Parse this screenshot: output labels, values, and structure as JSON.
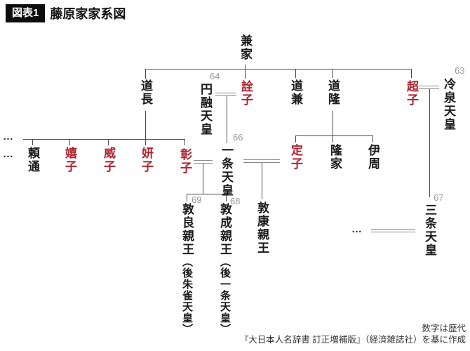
{
  "title": {
    "badge": "図表1",
    "text": "藤原家家系図"
  },
  "colors": {
    "female": "#ae232e",
    "line": "#4a4a4a",
    "marriage": "#8a8a8a",
    "number": "#9b9b9b"
  },
  "persons": {
    "kaneie": {
      "name": "兼家"
    },
    "michinaga": {
      "name": "道長"
    },
    "enyu": {
      "name": "円融天皇",
      "number": "64"
    },
    "senshi": {
      "name": "詮子"
    },
    "michikane": {
      "name": "道兼"
    },
    "michitaka": {
      "name": "道隆"
    },
    "choshi": {
      "name": "超子"
    },
    "reizei": {
      "name": "冷泉天皇",
      "number": "63"
    },
    "yorimichi": {
      "name": "頼通"
    },
    "kishi": {
      "name": "嬉子"
    },
    "ishi": {
      "name": "威子"
    },
    "kenshi": {
      "name": "妍子"
    },
    "shoshi": {
      "name": "彰子"
    },
    "ichijo": {
      "name": "一条天皇",
      "number": "66"
    },
    "teishi": {
      "name": "定子"
    },
    "takaie": {
      "name": "隆家"
    },
    "korechika": {
      "name": "伊周"
    },
    "atsunaga": {
      "name": "敦良親王",
      "alias": "（後朱雀天皇）",
      "number": "69"
    },
    "atsuhira": {
      "name": "敦成親王",
      "alias": "（後一条天皇）",
      "number": "68"
    },
    "atsuyasu": {
      "name": "敦康親王"
    },
    "sanjo": {
      "name": "三条天皇",
      "number": "67"
    }
  },
  "ellipsis": {
    "left_line": "…",
    "left_names": "…",
    "right": "…"
  },
  "notes": {
    "line1": "数字は歴代",
    "line2": "『大日本人名辞書 訂正増補版』（経済雑誌社）を基に作成"
  }
}
